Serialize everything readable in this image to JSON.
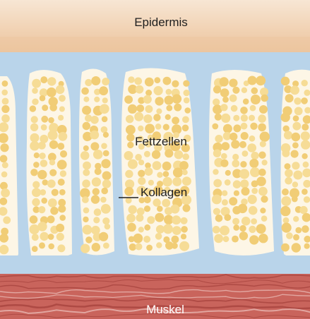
{
  "labels": {
    "epidermis": "Epidermis",
    "fat": "Fettzellen",
    "collagen": "Kollagen",
    "muscle": "Muskel"
  },
  "colors": {
    "epidermis_top": "#f4ddc7",
    "epidermis_bottom": "#eec9a4",
    "dermis": "#b9d4ea",
    "fat_background": "#fdf6e6",
    "fat_cells": "#f6dc96",
    "fat_cells_dark": "#f1cd76",
    "muscle": "#c9645c",
    "muscle_fibers": "#a8433e",
    "muscle_lines": "#e8b8b3",
    "text": "#1f1f1f",
    "muscle_text": "#ffffff"
  }
}
